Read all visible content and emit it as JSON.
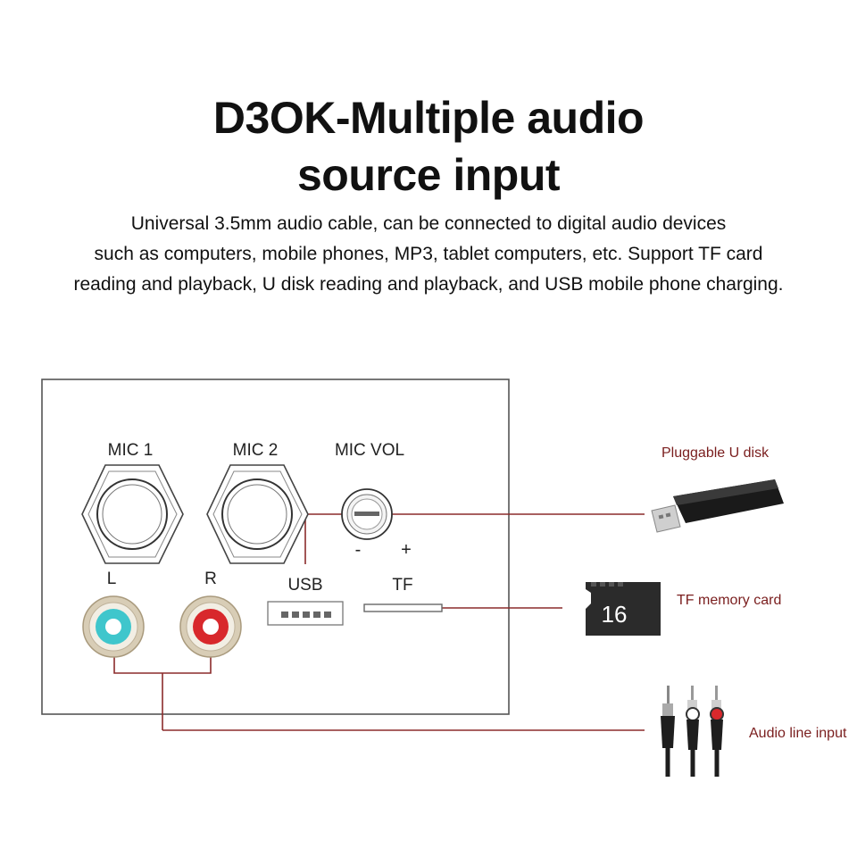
{
  "header": {
    "title_line1": "D3OK-Multiple audio",
    "title_line2": "source input",
    "desc_line1": "Universal 3.5mm audio cable, can be connected to digital audio devices",
    "desc_line2": "such as computers, mobile phones, MP3, tablet computers, etc. Support TF card",
    "desc_line3": "reading and playback, U disk reading and playback, and USB mobile phone charging."
  },
  "panel": {
    "mic1": "MIC 1",
    "mic2": "MIC 2",
    "mic_vol": "MIC VOL",
    "minus": "-",
    "plus": "+",
    "left": "L",
    "right": "R",
    "usb": "USB",
    "tf": "TF"
  },
  "callouts": {
    "u_disk": "Pluggable U disk",
    "tf_card": "TF memory card",
    "tf_card_number": "16",
    "audio_line": "Audio line input"
  },
  "colors": {
    "callout_line": "#8b2b2b",
    "rca_left": "#3fc6cc",
    "rca_right": "#d8282c",
    "ring": "#c9b99a"
  }
}
